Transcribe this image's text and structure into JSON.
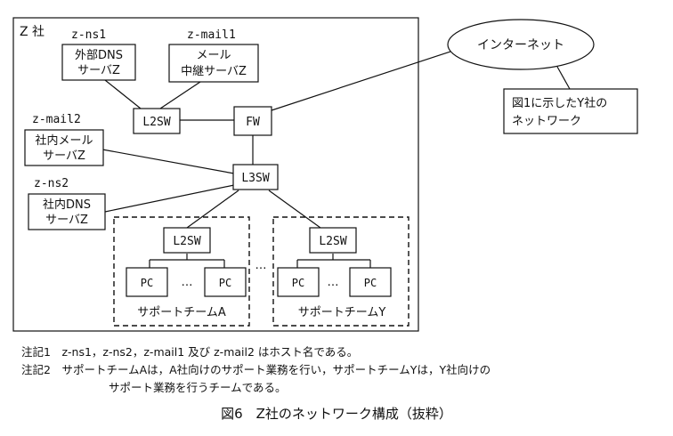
{
  "company_label": "Z 社",
  "nodes": {
    "ns1_host": "z-ns1",
    "ns1_line1": "外部DNS",
    "ns1_line2": "サーバZ",
    "mail1_host": "z-mail1",
    "mail1_line1": "メール",
    "mail1_line2": "中継サーバZ",
    "mail2_host": "z-mail2",
    "mail2_line1": "社内メール",
    "mail2_line2": "サーバZ",
    "ns2_host": "z-ns2",
    "ns2_line1": "社内DNS",
    "ns2_line2": "サーバZ",
    "l2sw_top": "L2SW",
    "fw": "FW",
    "l3sw": "L3SW",
    "l2sw_a": "L2SW",
    "l2sw_y": "L2SW",
    "pc": "PC",
    "dots": "…",
    "team_a": "サポートチームA",
    "team_y": "サポートチームY",
    "internet": "インターネット",
    "yco_line1": "図1に示したY社の",
    "yco_line2": "ネットワーク"
  },
  "notes": {
    "note1": "注記1　z-ns1，z-ns2，z-mail1 及び z-mail2 はホスト名である。",
    "note2": "注記2　サポートチームAは，A社向けのサポート業務を行い，サポートチームYは，Y社向けの",
    "note2_cont": "サポート業務を行うチームである。"
  },
  "caption": "図6　Z社のネットワーク構成（抜粋）"
}
